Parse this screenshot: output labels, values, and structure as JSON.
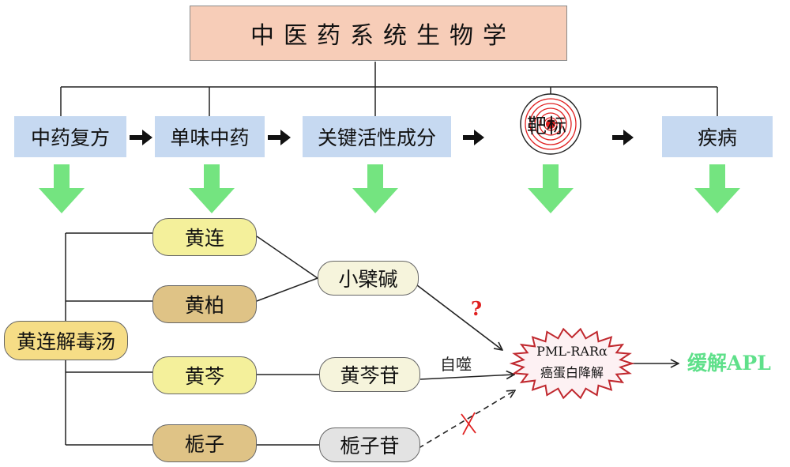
{
  "title": "中医药系统生物学",
  "flow": {
    "herbal_formula": "中药复方",
    "single_herb": "单味中药",
    "active_component": "关键活性成分",
    "target": "靶标",
    "disease": "疾病"
  },
  "herbs": {
    "huanglian": "黄连",
    "huangbai": "黄柏",
    "huangqin": "黄芩",
    "zhizi": "栀子"
  },
  "formula": "黄连解毒汤",
  "compounds": {
    "berberine": "小檗碱",
    "baicalin": "黄芩苷",
    "geniposide": "栀子苷"
  },
  "target_box": {
    "line1": "PML-RARα",
    "line2": "癌蛋白降解"
  },
  "labels": {
    "question": "?",
    "autophagy": "自噬",
    "result": "缓解APL"
  },
  "colors": {
    "title_bg": "#f7cdb8",
    "step_bg": "#c6d9f1",
    "arrow_green": "#74e480",
    "target_red": "#e02020",
    "burst_red": "#c0282e",
    "result_green": "#5fe08a"
  }
}
